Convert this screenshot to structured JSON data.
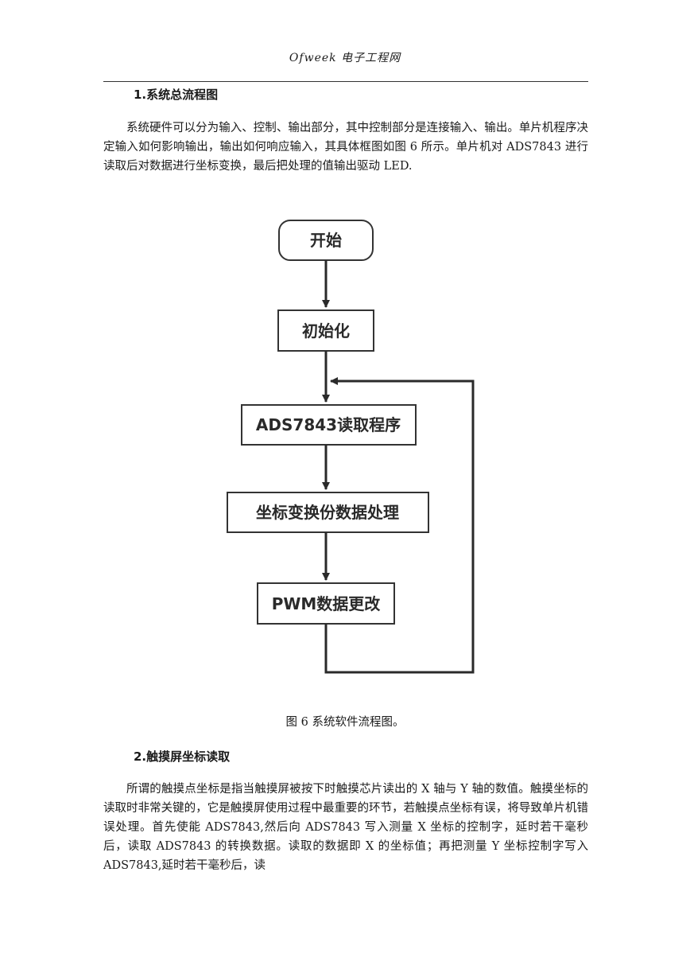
{
  "header": {
    "site": "Ofweek 电子工程网"
  },
  "section1": {
    "heading": "1.系统总流程图",
    "paragraph": "系统硬件可以分为输入、控制、输出部分，其中控制部分是连接输入、输出。单片机程序决定输入如何影响输出，输出如何响应输入，其具体框图如图 6 所示。单片机对 ADS7843 进行读取后对数据进行坐标变换，最后把处理的值输出驱动 LED."
  },
  "flowchart": {
    "start": "开始",
    "init": "初始化",
    "read": "ADS7843读取程序",
    "transform": "坐标变换份数据处理",
    "pwm": "PWM数据更改"
  },
  "caption": "图 6  系统软件流程图。",
  "section2": {
    "heading": "2.触摸屏坐标读取",
    "paragraph": "所谓的触摸点坐标是指当触摸屏被按下时触摸芯片读出的 X 轴与 Y 轴的数值。触摸坐标的读取时非常关键的，它是触摸屏使用过程中最重要的环节，若触摸点坐标有误，将导致单片机错误处理。首先使能 ADS7843,然后向 ADS7843 写入测量 X 坐标的控制字，延时若干毫秒后，读取 ADS7843 的转换数据。读取的数据即 X 的坐标值；再把测量 Y 坐标控制字写入 ADS7843,延时若干毫秒后，读"
  }
}
